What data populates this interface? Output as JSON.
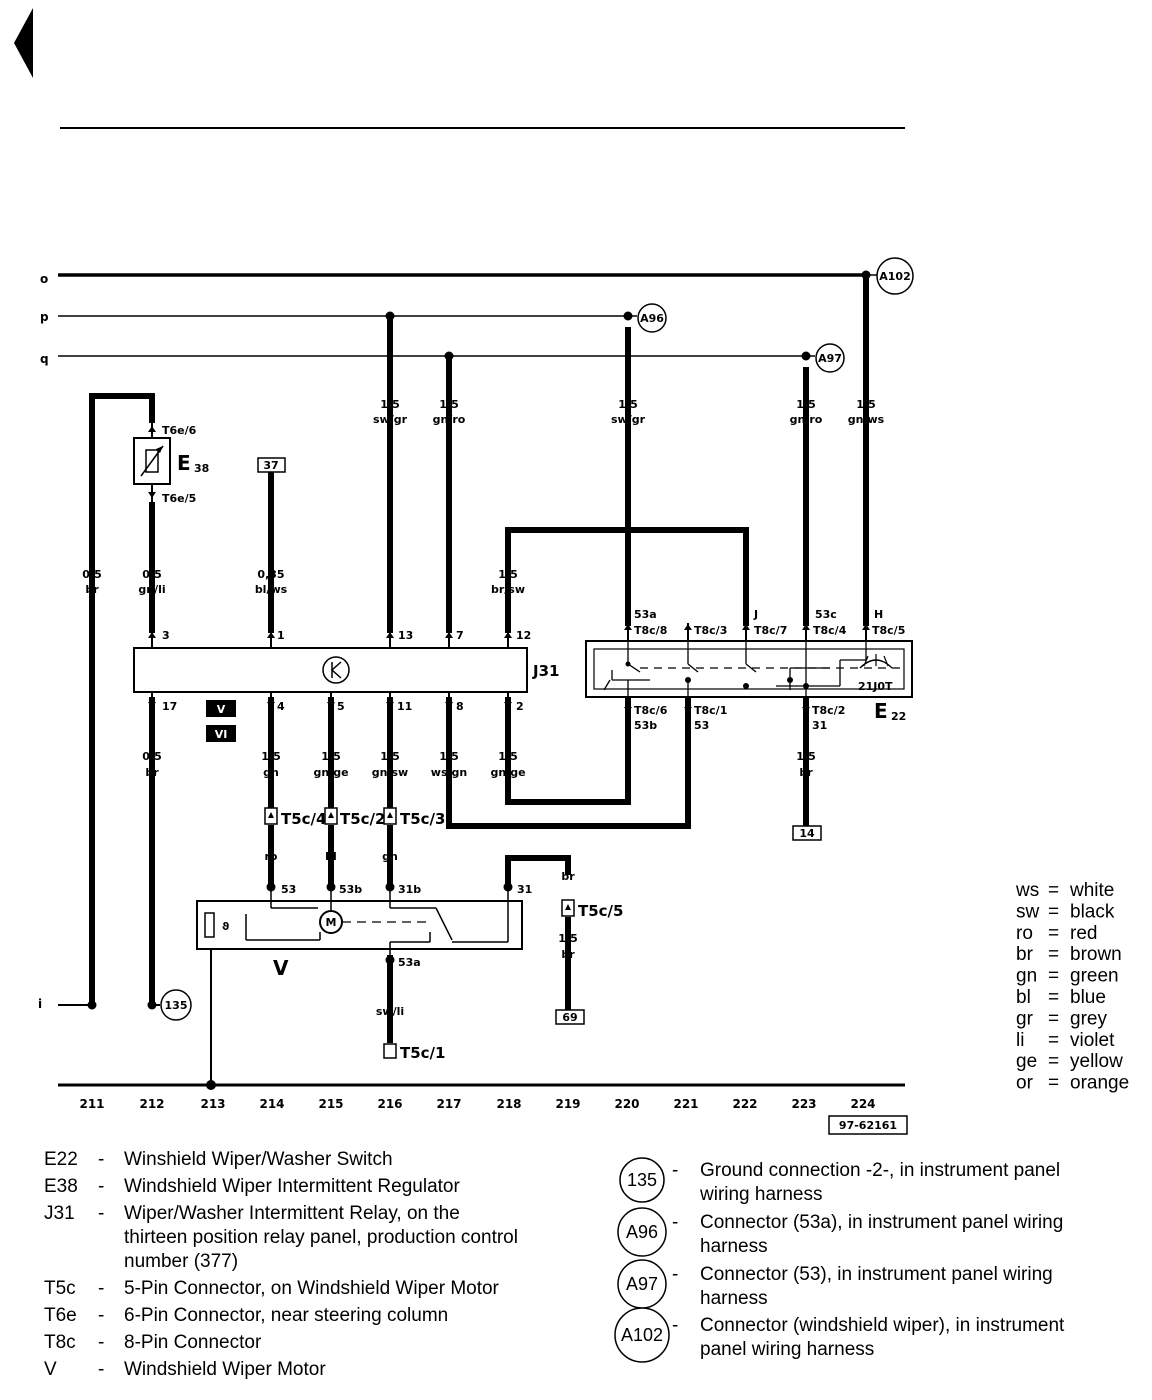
{
  "rails": {
    "o": "o",
    "p": "p",
    "q": "q",
    "i": "i"
  },
  "connectors_top": {
    "a102": "A102",
    "a96": "A96",
    "a97": "A97"
  },
  "ground_135": "135",
  "wires": {
    "w_sw_gr": [
      "1,5",
      "sw/gr"
    ],
    "w_gn_ro": [
      "1,5",
      "gn/ro"
    ],
    "w_sw_gr2": [
      "1,5",
      "sw/gr"
    ],
    "w_gn_ro2": [
      "1,5",
      "gn/ro"
    ],
    "w_gn_ws": [
      "1,5",
      "gn/ws"
    ],
    "w_br_left": [
      "0,5",
      "br"
    ],
    "w_gn_li": [
      "0,5",
      "gn/li"
    ],
    "w_bl_ws": [
      "0,35",
      "bl/ws"
    ],
    "w_br_sw": [
      "1,5",
      "br/sw"
    ],
    "w_br17": [
      "0,5",
      "br"
    ],
    "w_gn4": [
      "1,5",
      "gn"
    ],
    "w_gnge5": [
      "1,5",
      "gn/ge"
    ],
    "w_gnsw11": [
      "1,5",
      "gn/sw"
    ],
    "w_wsgn8": [
      "1,5",
      "ws/gn"
    ],
    "w_gnge2": [
      "1,5",
      "gn/ge"
    ],
    "w_br_e22": [
      "1,5",
      "br"
    ],
    "w_br_v": [
      "1,5",
      "br"
    ],
    "w_ro": "ro",
    "w_bl": "bl",
    "w_gn": "gn",
    "w_br_top": "br",
    "w_swli": "sw/li"
  },
  "e38": {
    "label": "E",
    "sub": "38",
    "pin_top": "T6e/6",
    "pin_bot": "T6e/5"
  },
  "ref_boxes": {
    "r37": "37",
    "r14": "14",
    "r69": "69",
    "doc": "97-62161"
  },
  "j31": {
    "label": "J31",
    "top_pins": [
      "3",
      "1",
      "13",
      "7",
      "12"
    ],
    "bot_pins": [
      "17",
      "4",
      "5",
      "11",
      "8",
      "2"
    ],
    "tag_v": "V",
    "tag_vi": "VI"
  },
  "e22": {
    "label": "E",
    "sub": "22",
    "code": "21J0T",
    "top_pins": [
      {
        "name": "53a",
        "pin": "T8c/8"
      },
      {
        "name": "",
        "pin": "T8c/3"
      },
      {
        "name": "J",
        "pin": "T8c/7"
      },
      {
        "name": "53c",
        "pin": "T8c/4"
      },
      {
        "name": "H",
        "pin": "T8c/5"
      }
    ],
    "bot_pins": [
      {
        "pin": "T8c/6",
        "name": "53b"
      },
      {
        "pin": "T8c/1",
        "name": "53"
      },
      {
        "pin": "T8c/2",
        "name": "31"
      }
    ]
  },
  "t5c": {
    "c4": "T5c/4",
    "c2": "T5c/2",
    "c3": "T5c/3",
    "c5": "T5c/5",
    "c1": "T5c/1"
  },
  "motor": {
    "label": "V",
    "pins": [
      "53",
      "53b",
      "31b",
      "31"
    ],
    "pin_bottom": "53a",
    "symbol": "M",
    "heat": "ϑ"
  },
  "bus_numbers": [
    "211",
    "212",
    "213",
    "214",
    "215",
    "216",
    "217",
    "218",
    "219",
    "220",
    "221",
    "222",
    "223",
    "224"
  ],
  "color_legend": [
    {
      "code": "ws",
      "name": "white"
    },
    {
      "code": "sw",
      "name": "black"
    },
    {
      "code": "ro",
      "name": "red"
    },
    {
      "code": "br",
      "name": "brown"
    },
    {
      "code": "gn",
      "name": "green"
    },
    {
      "code": "bl",
      "name": "blue"
    },
    {
      "code": "gr",
      "name": "grey"
    },
    {
      "code": "li",
      "name": "violet"
    },
    {
      "code": "ge",
      "name": "yellow"
    },
    {
      "code": "or",
      "name": "orange"
    }
  ],
  "legend_components": [
    {
      "code": "E22",
      "lines": [
        "Winshield Wiper/Washer Switch"
      ]
    },
    {
      "code": "E38",
      "lines": [
        "Windshield Wiper Intermittent Regulator"
      ]
    },
    {
      "code": "J31",
      "lines": [
        "Wiper/Washer Intermittent Relay, on the",
        "thirteen position relay panel, production control",
        "number (377)"
      ]
    },
    {
      "code": "T5c",
      "lines": [
        "5-Pin Connector, on Windshield Wiper Motor"
      ]
    },
    {
      "code": "T6e",
      "lines": [
        "6-Pin Connector, near steering column"
      ]
    },
    {
      "code": "T8c",
      "lines": [
        "8-Pin Connector"
      ]
    },
    {
      "code": "V",
      "lines": [
        "Windshield Wiper Motor"
      ]
    }
  ],
  "legend_connectors": [
    {
      "code": "135",
      "lines": [
        "Ground connection -2-, in instrument panel",
        "wiring harness"
      ]
    },
    {
      "code": "A96",
      "lines": [
        "Connector (53a), in instrument panel wiring",
        "harness"
      ]
    },
    {
      "code": "A97",
      "lines": [
        "Connector (53), in instrument panel wiring",
        "harness"
      ]
    },
    {
      "code": "A102",
      "lines": [
        "Connector (windshield wiper), in instrument",
        "panel wiring harness"
      ]
    }
  ]
}
